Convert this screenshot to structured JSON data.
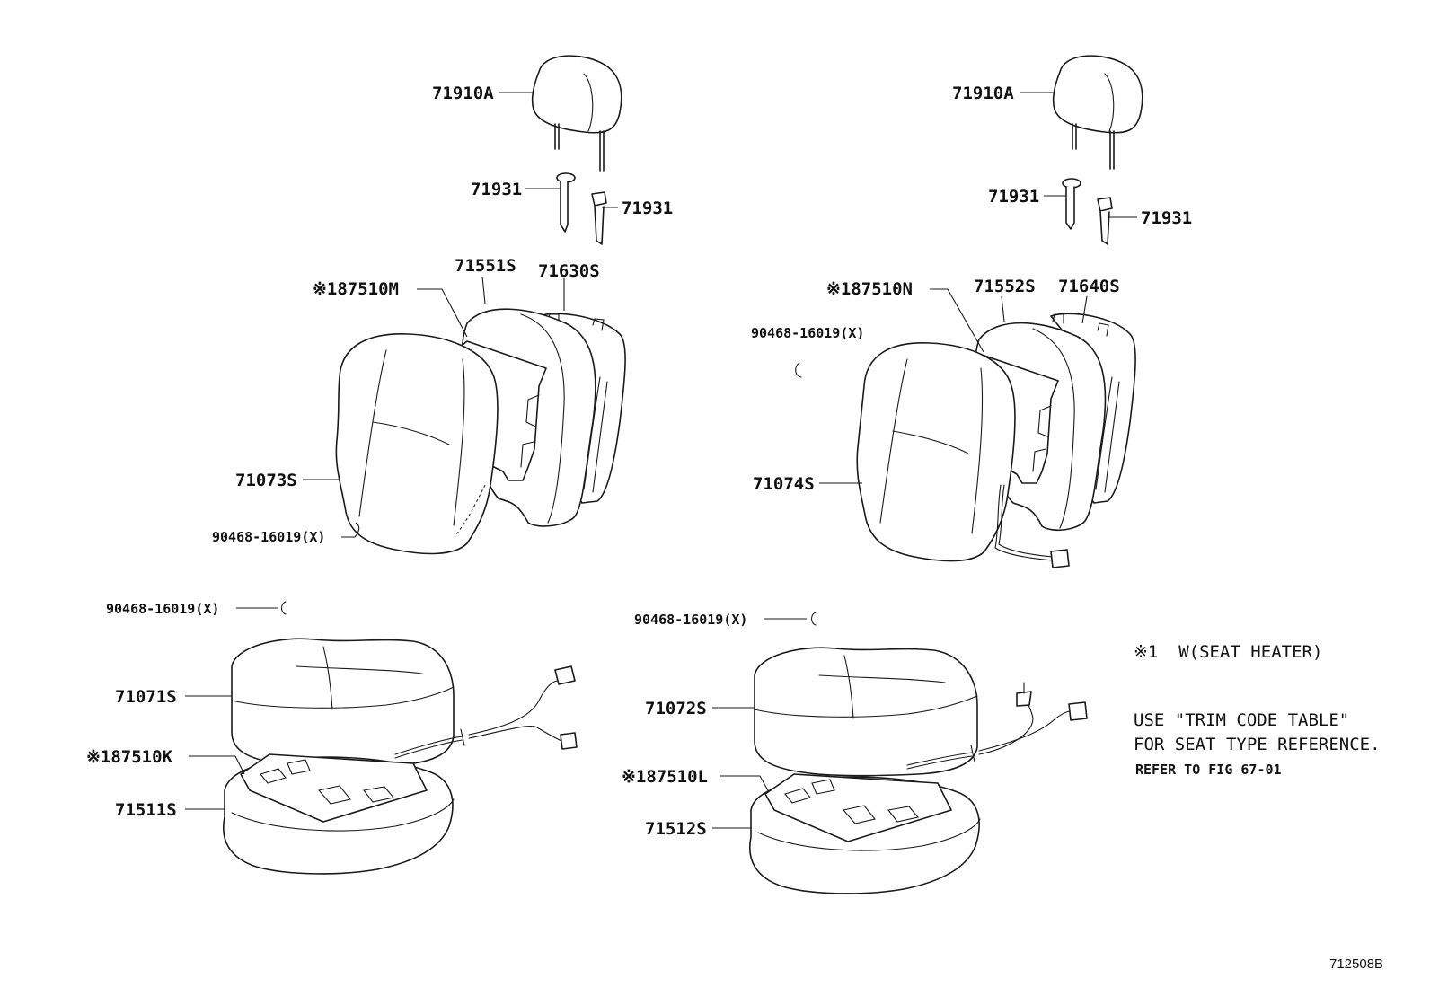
{
  "left_assembly": {
    "headrest": "71910A",
    "support_a": "71931",
    "support_b": "71931",
    "heater_back": "※187510M",
    "back_pad": "71551S",
    "back_frame": "71630S",
    "back_cover": "71073S",
    "back_clip": "90468-16019(X)",
    "cushion_clip": "90468-16019(X)",
    "cushion_cover": "71071S",
    "heater_cushion": "※187510K",
    "cushion_pad": "71511S"
  },
  "right_assembly": {
    "headrest": "71910A",
    "support_a": "71931",
    "support_b": "71931",
    "heater_back": "※187510N",
    "back_pad": "71552S",
    "back_frame": "71640S",
    "back_clip": "90468-16019(X)",
    "back_cover": "71074S",
    "cushion_clip": "90468-16019(X)",
    "cushion_cover": "71072S",
    "heater_cushion": "※187510L",
    "cushion_pad": "71512S"
  },
  "notes": {
    "footnote": "※1  W(SEAT HEATER)",
    "trim_line1": "USE \"TRIM CODE TABLE\"",
    "trim_line2": "FOR SEAT TYPE REFERENCE.",
    "refer": "REFER TO FIG 67-01"
  },
  "figure_id": "712508B"
}
